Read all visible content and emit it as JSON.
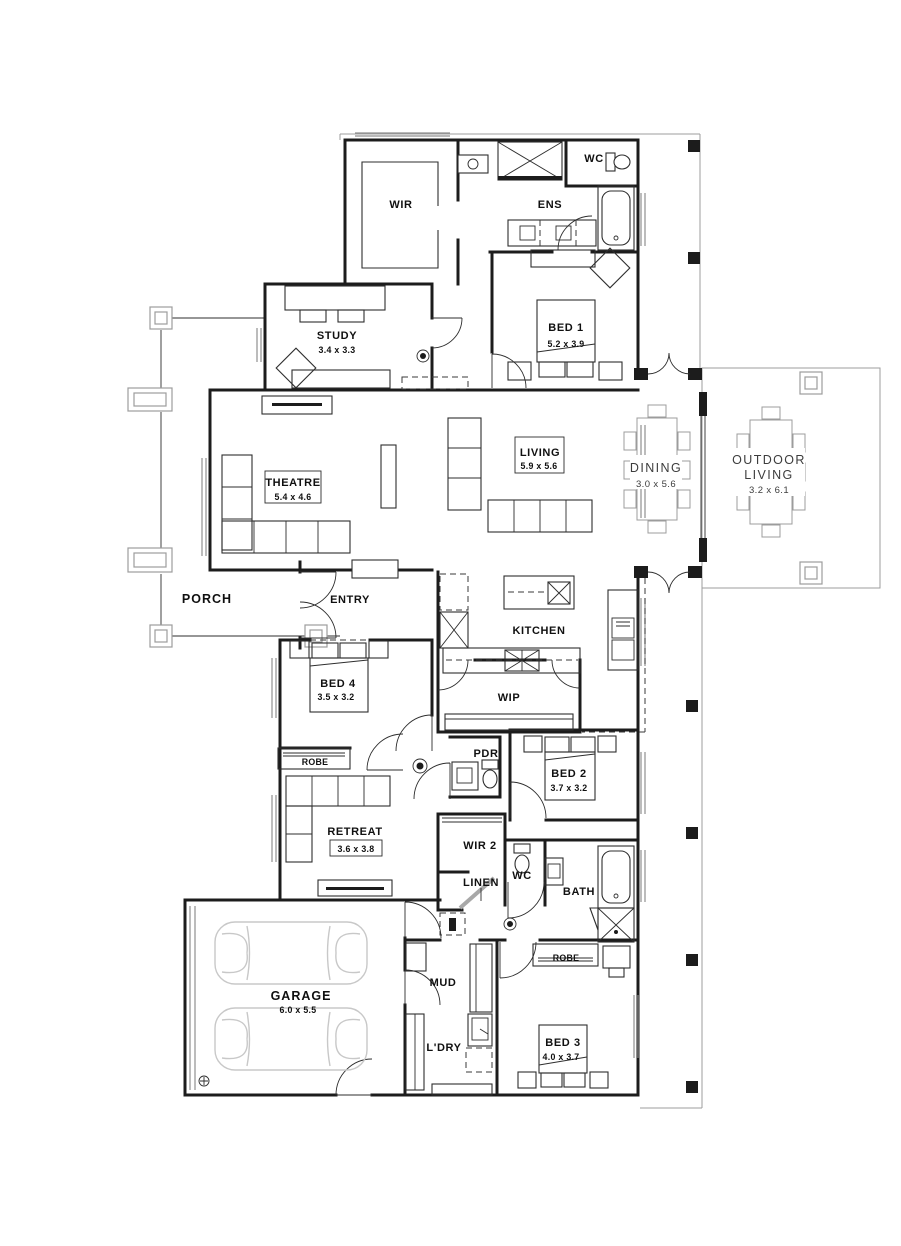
{
  "palette": {
    "ink": "#1c1c1c",
    "wall_gray": "#8f8f8f",
    "eave_gray": "#9c9c9c",
    "car_gray": "#c8c8c8",
    "label_gray": "#3d3d3d",
    "bg": "#ffffff"
  },
  "plan": {
    "rooms": {
      "wir": {
        "name": "WIR"
      },
      "ens": {
        "name": "ENS"
      },
      "wc1": {
        "name": "WC"
      },
      "bed1": {
        "name": "BED 1",
        "dim": "5.2 x 3.9"
      },
      "study": {
        "name": "STUDY",
        "dim": "3.4 x 3.3"
      },
      "theatre": {
        "name": "THEATRE",
        "dim": "5.4 x 4.6"
      },
      "living": {
        "name": "LIVING",
        "dim": "5.9 x 5.6"
      },
      "dining": {
        "name": "DINING",
        "dim": "3.0 x 5.6"
      },
      "outdoor": {
        "name": "OUTDOOR",
        "name2": "LIVING",
        "dim": "3.2 x 6.1"
      },
      "porch": {
        "name": "PORCH"
      },
      "entry": {
        "name": "ENTRY"
      },
      "kitchen": {
        "name": "KITCHEN"
      },
      "wip": {
        "name": "WIP"
      },
      "bed4": {
        "name": "BED 4",
        "dim": "3.5 x 3.2"
      },
      "robe_bed4": {
        "name": "ROBE"
      },
      "retreat": {
        "name": "RETREAT",
        "dim": "3.6 x 3.8"
      },
      "pdr": {
        "name": "PDR"
      },
      "bed2": {
        "name": "BED 2",
        "dim": "3.7 x 3.2"
      },
      "wir2": {
        "name": "WIR 2"
      },
      "linen": {
        "name": "LINEN"
      },
      "wc2": {
        "name": "WC"
      },
      "bath": {
        "name": "BATH"
      },
      "robe_bed3": {
        "name": "ROBE"
      },
      "garage": {
        "name": "GARAGE",
        "dim": "6.0 x 5.5"
      },
      "mud": {
        "name": "MUD"
      },
      "ldry": {
        "name": "L'DRY"
      },
      "bed3": {
        "name": "BED 3",
        "dim": "4.0 x 3.7"
      }
    }
  }
}
